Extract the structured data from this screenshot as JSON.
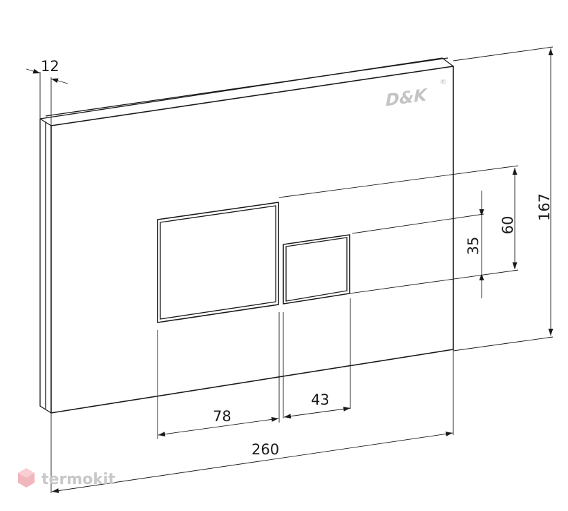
{
  "brand": {
    "logo_text": "D&K",
    "registered_mark": "®"
  },
  "dimensions": {
    "depth": "12",
    "width": "260",
    "height": "167",
    "large_button_width": "78",
    "small_button_width": "43",
    "small_button_height": "35",
    "large_button_height": "60"
  },
  "watermark": {
    "text": "termokit"
  },
  "colors": {
    "line": "#1a1a1a",
    "logo": "#c4c4c4",
    "watermark": "#c8c8c8",
    "watermark_icon": "#f2b6bd"
  }
}
